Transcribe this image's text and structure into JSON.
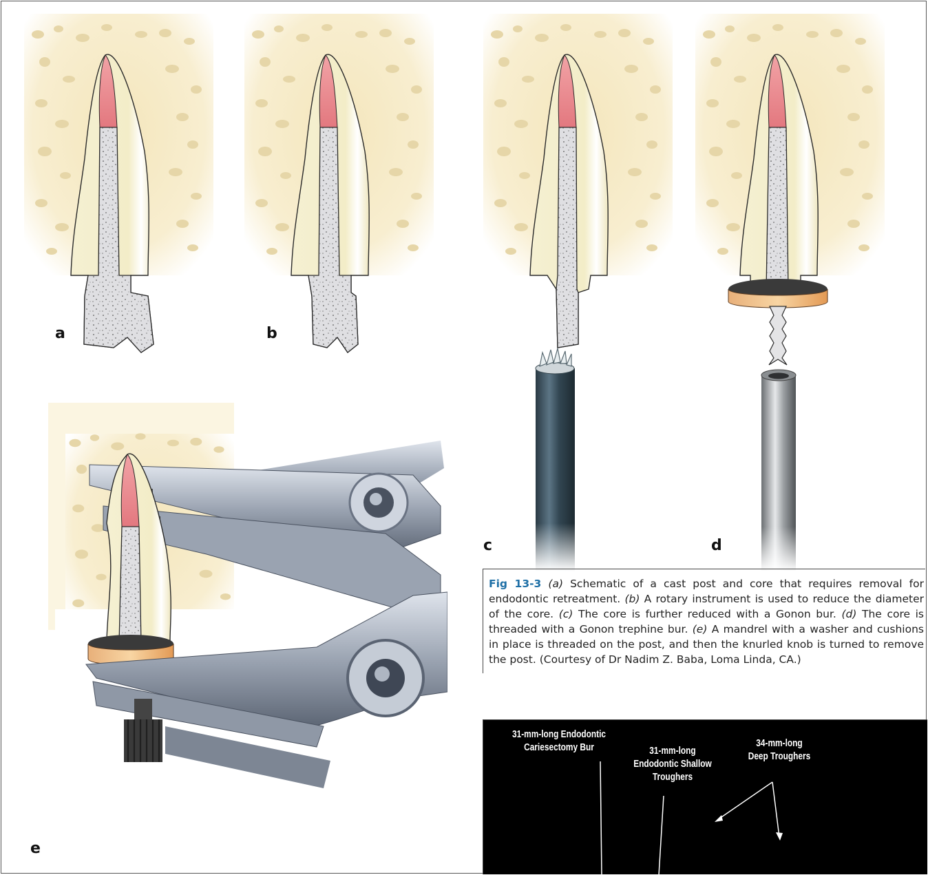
{
  "figure": {
    "panel_labels": [
      "a",
      "b",
      "c",
      "d",
      "e"
    ],
    "caption": {
      "fig_number": "Fig 13-3",
      "parts": [
        {
          "label": "(a)",
          "text": "Schematic of a cast post and core that requires removal for endodontic retreatment."
        },
        {
          "label": "(b)",
          "text": "A rotary instrument is used to reduce the diameter of the core."
        },
        {
          "label": "(c)",
          "text": "The core is further reduced with a Gonon bur."
        },
        {
          "label": "(d)",
          "text": "The core is threaded with a Gonon trephine bur."
        },
        {
          "label": "(e)",
          "text": "A mandrel with a washer and cushions in place is threaded on the post, and then the knurled knob is turned to remove the post."
        }
      ],
      "credit": "(Courtesy of Dr Nadim Z. Baba, Loma Linda, CA.)"
    },
    "photo_labels": {
      "label_1": "31-mm-long Endodontic\nCariesectomy Bur",
      "label_2": "31-mm-long\nEndodontic Shallow\nTroughers",
      "label_3": "34-mm-long\nDeep Troughers"
    },
    "colors": {
      "bone": "#f6ecc4",
      "marrow": "#e4d3a2",
      "dentin": "#f4efcf",
      "gutta_percha": "#ec8f94",
      "post": "#dfdfe2",
      "caption_blue": "#1e6fa6"
    }
  }
}
